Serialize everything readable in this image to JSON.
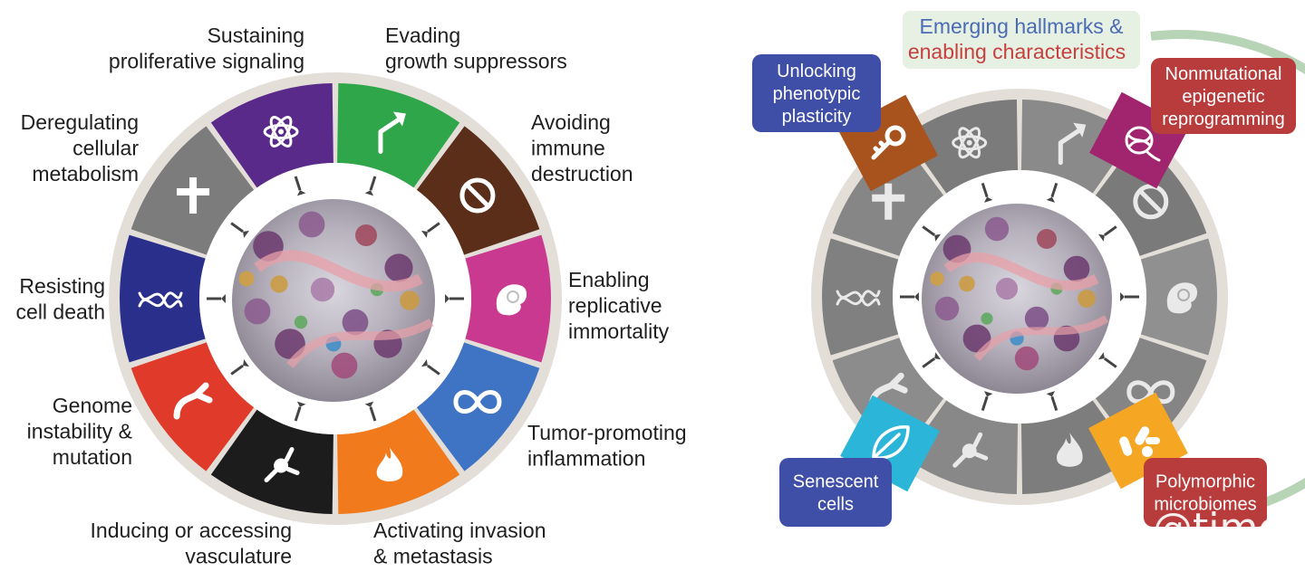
{
  "left_wheel": {
    "segments": [
      {
        "label": [
          "Sustaining",
          "proliferative signaling"
        ],
        "icon": "bent-arrow-icon",
        "color": "#2fa64a"
      },
      {
        "label": [
          "Evading",
          "growth suppressors"
        ],
        "icon": "no-entry-icon",
        "color": "#5a2e18"
      },
      {
        "label": [
          "Avoiding",
          "immune",
          "destruction"
        ],
        "icon": "immune-cell-icon",
        "color": "#c9398f"
      },
      {
        "label": [
          "Enabling",
          "replicative",
          "immortality"
        ],
        "icon": "infinity-icon",
        "color": "#3f74c4"
      },
      {
        "label": [
          "Tumor-promoting",
          "inflammation"
        ],
        "icon": "flame-icon",
        "color": "#f07a1c"
      },
      {
        "label": [
          "Activating invasion",
          "& metastasis"
        ],
        "icon": "migrating-cell-icon",
        "color": "#1c1c1c"
      },
      {
        "label": [
          "Inducing or accessing",
          "vasculature"
        ],
        "icon": "blood-vessel-icon",
        "color": "#e03a2a"
      },
      {
        "label": [
          "Genome",
          "instability &",
          "mutation"
        ],
        "icon": "dna-icon",
        "color": "#2a2f8c"
      },
      {
        "label": [
          "Resisting",
          "cell death"
        ],
        "icon": "cross-icon",
        "color": "#7c7c7c"
      },
      {
        "label": [
          "Deregulating",
          "cellular",
          "metabolism"
        ],
        "icon": "atom-icon",
        "color": "#5a2a8a"
      }
    ]
  },
  "right_wheel": {
    "title_line1": "Emerging hallmarks &",
    "title_line2": "enabling characteristics",
    "title_colors": {
      "line1": "#4a6bb5",
      "line2": "#c8403e"
    },
    "boxes": [
      {
        "lines": [
          "Unlocking",
          "phenotypic",
          "plasticity"
        ],
        "color": "#3f4fa8"
      },
      {
        "lines": [
          "Nonmutational",
          "epigenetic",
          "reprogramming"
        ],
        "color": "#b83c3c"
      },
      {
        "lines": [
          "Senescent",
          "cells"
        ],
        "color": "#3f4fa8"
      },
      {
        "lines": [
          "Polymorphic",
          "microbiomes"
        ],
        "color": "#b83c3c"
      }
    ],
    "highlight_segments": [
      {
        "icon": "key-icon",
        "color": "#a8531e"
      },
      {
        "icon": "chromatin-icon",
        "color": "#a1246f"
      },
      {
        "icon": "leaf-icon",
        "color": "#2bb5d8"
      },
      {
        "icon": "microbes-icon",
        "color": "#f5a623"
      }
    ],
    "gray_icons": [
      "bent-arrow-icon",
      "no-entry-icon",
      "immune-cell-icon",
      "infinity-icon",
      "flame-icon",
      "migrating-cell-icon",
      "blood-vessel-icon",
      "dna-icon",
      "cross-icon",
      "atom-icon"
    ]
  },
  "watermark": "知乎 @time"
}
